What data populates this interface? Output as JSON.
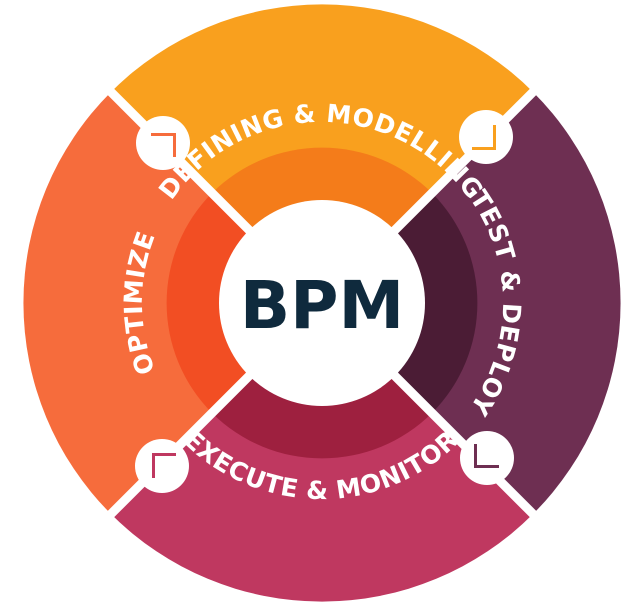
{
  "center": {
    "label": "BPM"
  },
  "segments": [
    {
      "id": "defining",
      "label": "DEFINING & MODELLING",
      "outer_color": "#F9A01E",
      "inner_color": "#F47C1A"
    },
    {
      "id": "test",
      "label": "TEST & DEPLOY",
      "outer_color": "#6E2F52",
      "inner_color": "#4B1C35"
    },
    {
      "id": "execute",
      "label": "EXECUTE & MONITOR",
      "outer_color": "#BF3860",
      "inner_color": "#9E203F"
    },
    {
      "id": "optimize",
      "label": "OPTIMIZE",
      "outer_color": "#F66C3C",
      "inner_color": "#F24E23"
    }
  ],
  "connector_icons": [
    {
      "id": "top-left",
      "icon": "corner-arrow-icon",
      "color": "#F66C3C"
    },
    {
      "id": "top-right",
      "icon": "corner-arrow-icon",
      "color": "#F9A01E"
    },
    {
      "id": "bottom-right",
      "icon": "corner-arrow-icon",
      "color": "#6E2F52"
    },
    {
      "id": "bottom-left",
      "icon": "corner-arrow-icon",
      "color": "#BF3860"
    }
  ]
}
